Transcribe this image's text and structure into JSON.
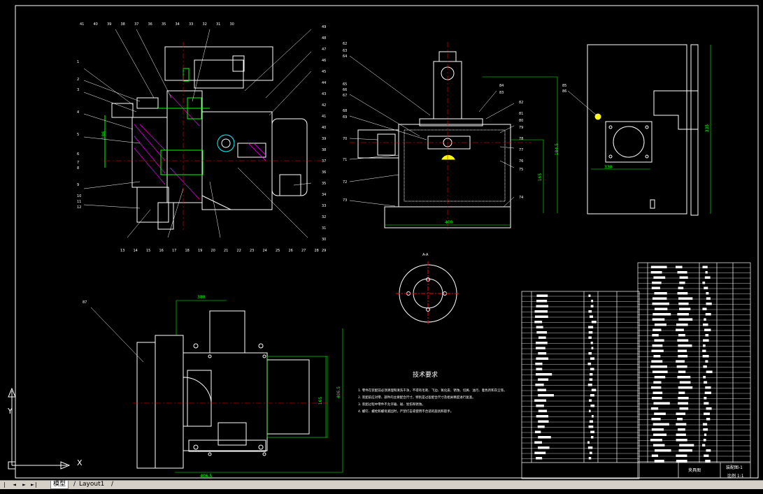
{
  "tabs": {
    "model": "模型",
    "layout": "Layout1",
    "separator": "/",
    "nav_first": "|◄",
    "nav_prev": "◄",
    "nav_next": "►",
    "nav_last": "►|"
  },
  "ucs": {
    "x_label": "X",
    "y_label": "Y"
  },
  "tech_requirements": {
    "title": "技术要求",
    "lines": [
      "1. 零件在装配前必须清理和清洗干净，不得有毛刺、飞边、氧化皮、锈蚀、切屑、油污、着色剂和灰尘等。",
      "2. 装配前应对零、部件的主要配合尺寸，特别是过盈配合尺寸及相关精度进行复查。",
      "3. 装配过程中零件不允许磕、碰、划伤和锈蚀。",
      "4. 螺钉、螺栓和螺母紧固时，严禁打击或使用不合适的旋具和扳手。"
    ]
  },
  "title_block": {
    "drawing_name": "夹具图",
    "drawing_no": "装配图-1",
    "scale_text": "比例 1:1"
  },
  "callouts": {
    "top_left": [
      "41",
      "40",
      "39",
      "38",
      "37",
      "36",
      "35",
      "34",
      "33",
      "32",
      "31",
      "30"
    ],
    "left_side": [
      "1",
      "2",
      "3",
      "4",
      "5",
      "6",
      "7",
      "8",
      "9",
      "10",
      "11",
      "12"
    ],
    "bottom": [
      "13",
      "14",
      "15",
      "16",
      "17",
      "18",
      "19",
      "20",
      "21",
      "22",
      "23",
      "24",
      "25",
      "26",
      "27",
      "28"
    ],
    "right_side": [
      "49",
      "48",
      "47",
      "46",
      "45",
      "44",
      "43",
      "42",
      "41",
      "40",
      "39",
      "38",
      "37",
      "36",
      "35",
      "34",
      "33",
      "32",
      "31",
      "30",
      "29"
    ],
    "side_view": [
      "62",
      "63",
      "64",
      "65",
      "66",
      "67",
      "68",
      "69",
      "70",
      "71",
      "72",
      "73",
      "74",
      "75",
      "76",
      "77",
      "78",
      "79",
      "80",
      "81",
      "82",
      "83",
      "84"
    ],
    "right_view": [
      "85",
      "86"
    ],
    "plan_view": [
      "87"
    ],
    "flange": [
      "A-A"
    ]
  },
  "dimensions": {
    "front_height": "186",
    "side_height_1": "184.5",
    "side_height_2": "165",
    "side_width": "400",
    "right_height": "335",
    "right_width": "330",
    "plan_width_top": "380",
    "plan_width_bottom": "406.5",
    "plan_height_1": "406.5",
    "plan_height_2": "165"
  },
  "colors": {
    "background": "#000000",
    "lines": "#ffffff",
    "dimensions": "#00ff00",
    "centerlines": "#ff0000",
    "hidden": "#00ffff",
    "magenta": "#ff00ff",
    "yellow": "#ffff00"
  }
}
